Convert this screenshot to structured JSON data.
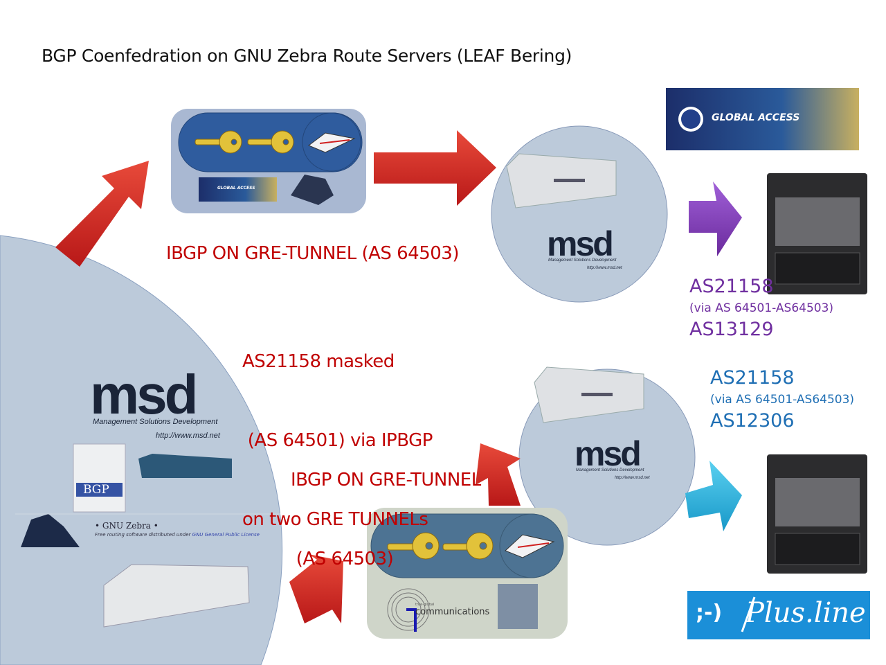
{
  "title": "BGP Coenfedration on  GNU Zebra Route Servers (LEAF Bering)",
  "labels": {
    "ibgp_top": "IBGP ON GRE-TUNNEL (AS 64503)",
    "masked": [
      "AS21158 masked",
      " (AS 64501) via IPBGP",
      "on two GRE TUNNELs"
    ],
    "ibgp_bottom": [
      "IBGP ON GRE-TUNNEL",
      " (AS 64503)"
    ]
  },
  "peers": [
    {
      "as": "AS21158",
      "via": "(via AS 64501-AS64503)",
      "peer_as": "AS13129",
      "color": "#7030a0"
    },
    {
      "as": "AS21158",
      "via": "(via AS 64501-AS64503)",
      "peer_as": "AS12306",
      "color": "#1f6fb4"
    }
  ],
  "logos": {
    "msd": "msd",
    "msd_tagline": "Management Solutions Development",
    "msd_url": "http://www.msd.net",
    "global_access": "GLOBAL ACCESS",
    "bgp_book": "BGP",
    "gnu_zebra": "• GNU Zebra •",
    "gnu_zebra_sub": "Free routing software distributed under",
    "gnu_link": "GNU",
    "gpl_link": "General Public License",
    "tgc_small": "true-global",
    "tgc_main": "communications",
    "plusline_smiley": ";-)",
    "plusline": "Plus.line"
  },
  "colors": {
    "red_text": "#c00000",
    "arrow_red": "#d42020",
    "arrow_purple": "#8a3fc0",
    "arrow_cyan": "#2ab4e0",
    "circle_fill": "#bccada",
    "plusline_blue": "#1b8fd8"
  }
}
